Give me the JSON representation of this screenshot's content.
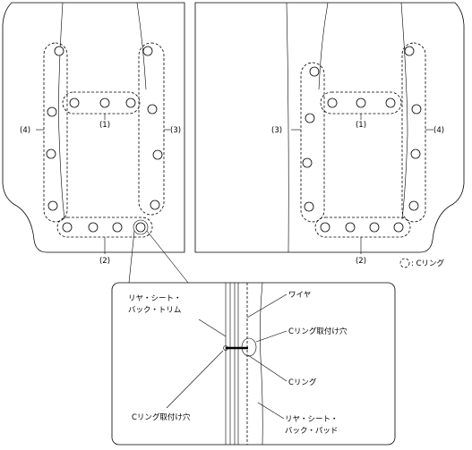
{
  "labels": {
    "l1": "(1)",
    "l2": "(2)",
    "l3": "(3)",
    "l4": "(4)",
    "r1": "(1)",
    "r2": "(2)",
    "r3": "(3)",
    "r4": "(4)"
  },
  "legend": {
    "text": ": Cリング"
  },
  "detail": {
    "rear_seat_back_trim_1": "リヤ・シート・",
    "rear_seat_back_trim_2": "バック・トリム",
    "wire": "ワイヤ",
    "c_ring_hole_upper": "Cリング取付け穴",
    "c_ring": "Cリング",
    "c_ring_hole_lower": "Cリング取付け穴",
    "rear_seat_back_pad_1": "リヤ・シート・",
    "rear_seat_back_pad_2": "バック・パッド"
  }
}
